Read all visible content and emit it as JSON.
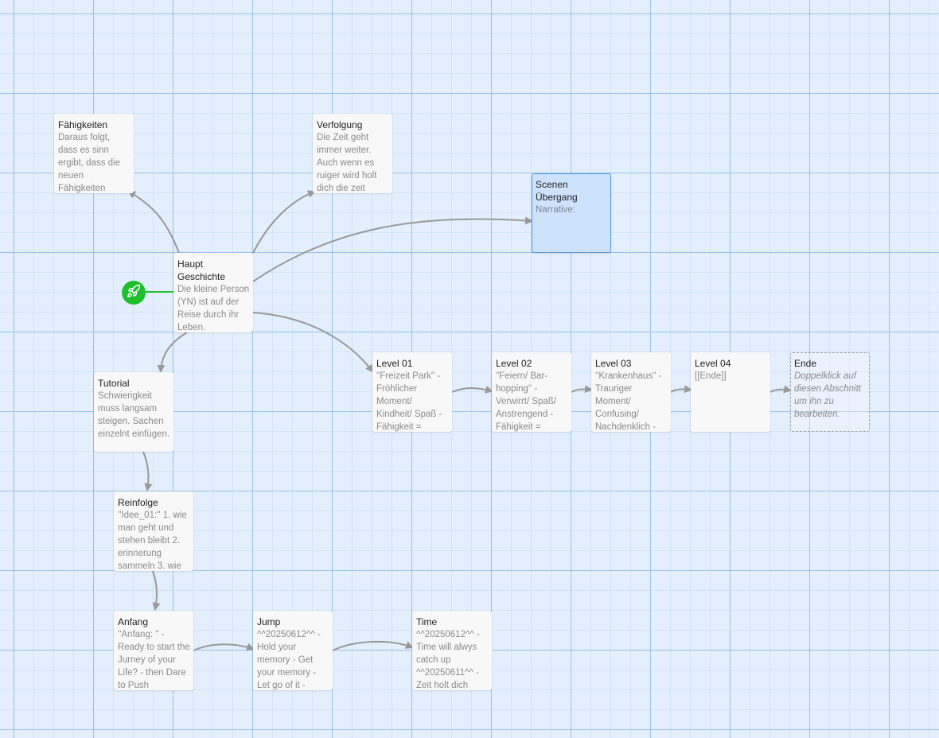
{
  "passages": [
    {
      "title": "Fähigkeiten",
      "excerpt": "Daraus folgt, dass es sinn ergibt, dass die neuen Fähigkeiten"
    },
    {
      "title": "Verfolgung",
      "excerpt": "Die Zeit geht immer weiter. Auch wenn es ruiger wird holt dich die zeit"
    },
    {
      "title": "Scenen Übergang",
      "excerpt": "Narrative:"
    },
    {
      "title": "Haupt Geschichte",
      "excerpt": "Die kleine Person (YN) ist auf der Reise durch ihr Leben."
    },
    {
      "title": "Tutorial",
      "excerpt": "Schwierigkeit muss langsam steigen. Sachen einzelnt einfügen."
    },
    {
      "title": "Level 01",
      "excerpt": "''Freizeit Park'' - Fröhlicher Moment/ Kindheit/ Spaß - Fähigkeit ="
    },
    {
      "title": "Level 02",
      "excerpt": "''Feiern/ Bar-hopping'' - Verwirrt/ Spaß/ Anstrengend - Fähigkeit ="
    },
    {
      "title": "Level 03",
      "excerpt": "''Krankenhaus'' - Trauriger Moment/ Confusing/ Nachdenklich -"
    },
    {
      "title": "Level 04",
      "excerpt": "[[Ende]]"
    },
    {
      "title": "Ende",
      "excerpt": "Doppelklick auf diesen Abschnitt um ihn zu bearbeiten."
    },
    {
      "title": "Reinfolge",
      "excerpt": "''Idee_01:'' 1. wie man geht und stehen bleibt 2. erinnerung sammeln 3. wie"
    },
    {
      "title": "Anfang",
      "excerpt": "''Anfang: '' - Ready to start the Jurney of your Life? - then Dare to Push"
    },
    {
      "title": "Jump",
      "excerpt": "^^20250612^^ - Hold your memory - Get your memory - Let go of it -"
    },
    {
      "title": "Time",
      "excerpt": "^^20250612^^ - Time will alwys catch up ^^20250611^^ - Zeit holt dich"
    }
  ],
  "start_icon": "rocket-icon",
  "colors": {
    "background": "#e3effd",
    "link": "#999999",
    "start": "#1fbf2c",
    "selected_fill": "#cde2fb",
    "selected_border": "#5b9be0"
  }
}
